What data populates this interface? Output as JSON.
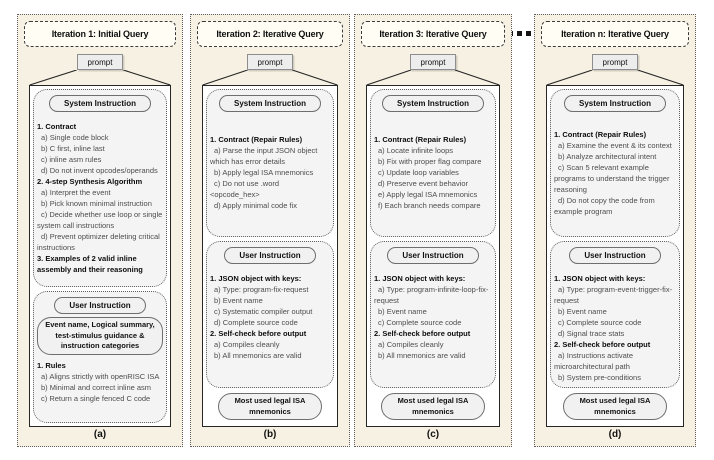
{
  "separator": {
    "icon": "ellipsis",
    "dots": 3
  },
  "panels": [
    {
      "id": "a",
      "title": "Iteration 1: Initial Query",
      "prompt_label": "prompt",
      "system_pill": "System Instruction",
      "system_items": [
        {
          "t": "1. Contract",
          "b": true
        },
        {
          "t": "a) Single code block"
        },
        {
          "t": "b) C first, inline last"
        },
        {
          "t": "c) inline asm rules"
        },
        {
          "t": "d) Do not invent opcodes/operands"
        },
        {
          "t": "2. 4-step Synthesis Algorithm",
          "b": true
        },
        {
          "t": "a) Interpret the event"
        },
        {
          "t": "b) Pick known minimal instruction"
        },
        {
          "t": "c) Decide whether use loop or single system call instructions"
        },
        {
          "t": "d) Prevent optimizer deleting critical instructions"
        },
        {
          "t": "3. Examples of 2 valid inline assembly and their reasoning",
          "b": true
        }
      ],
      "user_pill": "User Instruction",
      "user_banner": "Event name, Logical summary, test-stimulus guidance & instruction categories",
      "user_items": [
        {
          "t": "1. Rules",
          "b": true
        },
        {
          "t": "a) Aligns strictly with openRISC ISA"
        },
        {
          "t": "b) Minimal and correct inline asm"
        },
        {
          "t": "c) Return a single fenced C code"
        }
      ],
      "bottom_pill": null,
      "label": "(a)"
    },
    {
      "id": "b",
      "title": "Iteration 2: Iterative Query",
      "prompt_label": "prompt",
      "system_pill": "System Instruction",
      "system_items": [
        {
          "t": "1. Contract (Repair Rules)",
          "b": true
        },
        {
          "t": "a) Parse the input JSON object which has error details"
        },
        {
          "t": "b) Apply legal ISA mnemonics"
        },
        {
          "t": "c) Do not use .word <opcode_hex>"
        },
        {
          "t": "d) Apply minimal code fix"
        }
      ],
      "user_pill": "User Instruction",
      "user_banner": null,
      "user_items": [
        {
          "t": "1. JSON object with keys:",
          "b": true
        },
        {
          "t": "a) Type: program-fix-request"
        },
        {
          "t": "b) Event name"
        },
        {
          "t": "c) Systematic compiler output"
        },
        {
          "t": "d) Complete source code"
        },
        {
          "t": "2. Self-check before output",
          "b": true
        },
        {
          "t": "a) Compiles cleanly"
        },
        {
          "t": "b) All mnemonics are valid"
        }
      ],
      "bottom_pill": "Most used legal ISA mnemonics",
      "label": "(b)"
    },
    {
      "id": "c",
      "title": "Iteration 3: Iterative Query",
      "prompt_label": "prompt",
      "system_pill": "System Instruction",
      "system_items": [
        {
          "t": "1. Contract (Repair Rules)",
          "b": true
        },
        {
          "t": "a) Locate infinite loops"
        },
        {
          "t": "b) Fix with proper flag compare"
        },
        {
          "t": "c) Update loop variables"
        },
        {
          "t": "d) Preserve event behavior"
        },
        {
          "t": "e) Apply legal ISA mnemonics"
        },
        {
          "t": "f) Each branch needs compare"
        }
      ],
      "user_pill": "User Instruction",
      "user_banner": null,
      "user_items": [
        {
          "t": "1. JSON object with keys:",
          "b": true
        },
        {
          "t": "a) Type: program-infinite-loop-fix-request"
        },
        {
          "t": "b) Event name"
        },
        {
          "t": "c) Complete source code"
        },
        {
          "t": "2. Self-check before output",
          "b": true
        },
        {
          "t": "a) Compiles cleanly"
        },
        {
          "t": "b) All mnemonics are valid"
        }
      ],
      "bottom_pill": "Most used legal ISA mnemonics",
      "label": "(c)"
    },
    {
      "id": "d",
      "title": "Iteration n: Iterative Query",
      "prompt_label": "prompt",
      "system_pill": "System Instruction",
      "system_items": [
        {
          "t": "1. Contract (Repair Rules)",
          "b": true
        },
        {
          "t": "a) Examine the event & its context"
        },
        {
          "t": "b) Analyze architectural intent"
        },
        {
          "t": "c) Scan 5 relevant example programs to understand the trigger reasoning"
        },
        {
          "t": "d) Do not copy the code from example program"
        }
      ],
      "user_pill": "User Instruction",
      "user_banner": null,
      "user_items": [
        {
          "t": "1. JSON object with keys:",
          "b": true
        },
        {
          "t": "a) Type: program-event-trigger-fix-request"
        },
        {
          "t": "b) Event name"
        },
        {
          "t": "c) Complete source code"
        },
        {
          "t": "d) Signal trace stats"
        },
        {
          "t": "2. Self-check before output",
          "b": true
        },
        {
          "t": "a) Instructions activate microarchitectural path"
        },
        {
          "t": "b) System pre-conditions"
        }
      ],
      "bottom_pill": "Most used legal ISA mnemonics",
      "label": "(d)"
    }
  ]
}
